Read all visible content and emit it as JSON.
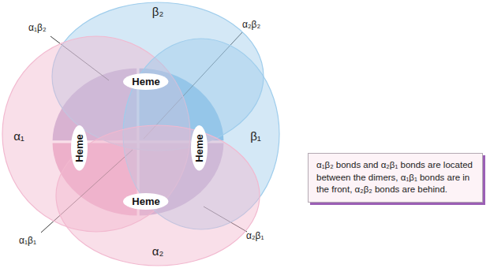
{
  "diagram": {
    "nodes": [
      {
        "text": [
          "β₂"
        ]
      },
      {
        "text": [
          "α₁"
        ]
      },
      {
        "text": [
          "β₁"
        ]
      },
      {
        "text": [
          "α₂"
        ]
      },
      {
        "text": [
          "Heme"
        ]
      },
      {
        "text": [
          "Heme"
        ]
      },
      {
        "text": [
          "Heme"
        ]
      },
      {
        "text": [
          "Heme"
        ]
      },
      {
        "text": [
          "α₁β₂ bonds and α₂β₁ bonds are located between the dimers, α₁β₁ bonds are in the front, α₂β₂ bonds are behind."
        ]
      }
    ],
    "labels": [
      "α₁β₂",
      "α₂β₂",
      "α₁β₁",
      "α₂β₁"
    ]
  }
}
